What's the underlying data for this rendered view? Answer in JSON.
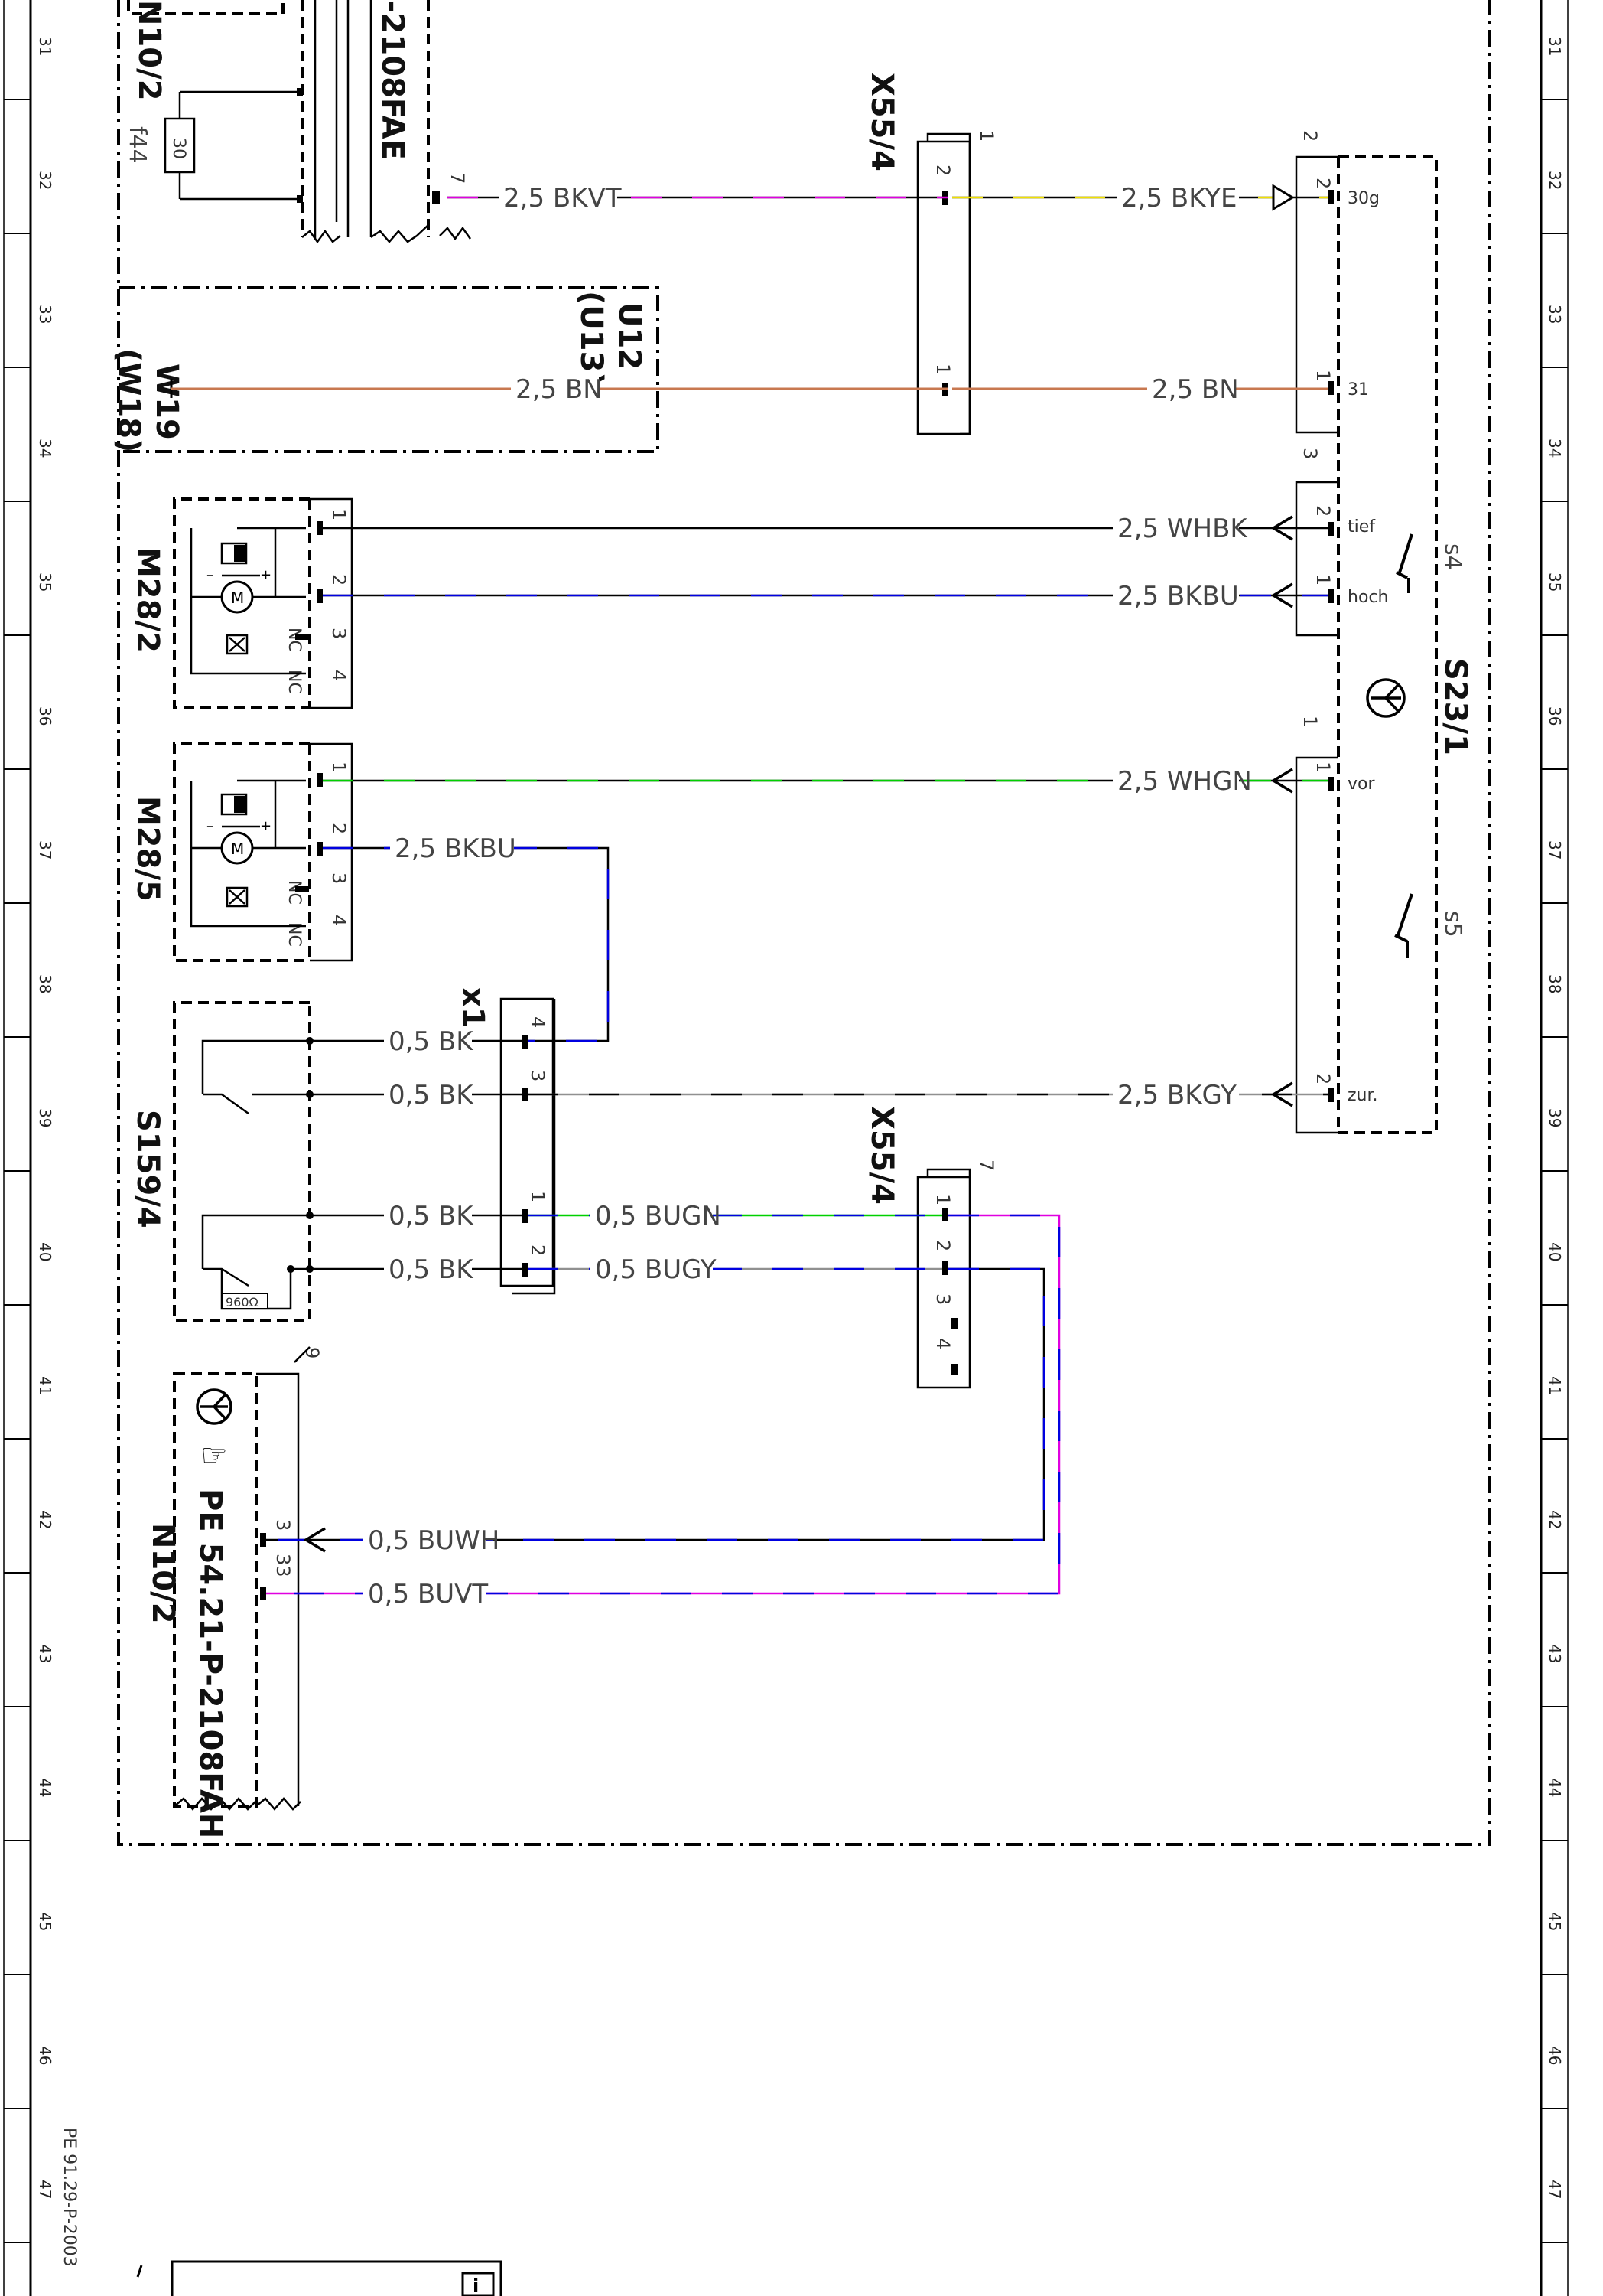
{
  "ruler": {
    "left_numbers": [
      "31",
      "32",
      "33",
      "34",
      "35",
      "36",
      "37",
      "38",
      "39",
      "40",
      "41",
      "42",
      "43",
      "44",
      "45",
      "46",
      "47"
    ],
    "right_numbers": [
      "31",
      "32",
      "33",
      "34",
      "35",
      "36",
      "37",
      "38",
      "39",
      "40",
      "41",
      "42",
      "43",
      "44",
      "45",
      "46",
      "47"
    ]
  },
  "labels": {
    "doc_ref": "PE 91.29-P-2003",
    "top_fragment_n10": "N10/2",
    "top_fragment_doc": "-2108FAE",
    "f44": "f44",
    "fuse_value": "30",
    "x55_top": "X55/4",
    "x55_bottom": "X55/4",
    "u12": "U12",
    "u13": "(U13)",
    "w19": "W19",
    "w18": "(W18)",
    "m28_2": "M28/2",
    "m28_5": "M28/5",
    "x1": "x1",
    "s159": "S159/4",
    "n10": "N10/2",
    "n10_doc": "PE 54.21-P-2108FAH",
    "s23": "S23/1",
    "s4": "s4",
    "s5": "s5",
    "resistor_960": "960Ω",
    "nc": "NC",
    "info_glyph": "i"
  },
  "wires": {
    "bkvt": "2,5 BKVT",
    "bkye": "2,5 BKYE",
    "bn_left": "2,5 BN",
    "bn_right": "2,5 BN",
    "whbk": "2,5 WHBK",
    "bkbu": "2,5 BKBU",
    "whgn": "2,5 WHGN",
    "bkbu_m285": "2,5 BKBU",
    "bk1": "0,5 BK",
    "bk2": "0,5 BK",
    "bk3": "0,5 BK",
    "bk4": "0,5 BK",
    "bkgy": "2,5 BKGY",
    "bugn": "0,5 BUGN",
    "bugy": "0,5 BUGY",
    "buwh": "0,5 BUWH",
    "buvt": "0,5 BUVT"
  },
  "pins": {
    "n10_top_7": "7",
    "x55_top_1": "1",
    "x55_top_2": "2",
    "x55_top_p1": "1",
    "s23_conn2": "2",
    "s23_p2": "2",
    "s23_30g": "30g",
    "s23_p1": "1",
    "s23_31": "31",
    "s23_conn3": "3",
    "s23_tief_pin": "2",
    "s23_tief": "tief",
    "s23_hoch_pin": "1",
    "s23_hoch": "hoch",
    "s23_conn1": "1",
    "s23_vor_pin": "1",
    "s23_vor": "vor",
    "s23_zur_pin": "2",
    "s23_zur": "zur.",
    "m282_1": "1",
    "m282_2": "2",
    "m282_3": "3",
    "m282_4": "4",
    "m285_1": "1",
    "m285_2": "2",
    "m285_3": "3",
    "m285_4": "4",
    "x1_4": "4",
    "x1_3": "3",
    "x1_1": "1",
    "x1_2": "2",
    "x55b_7": "7",
    "x55b_1": "1",
    "x55b_2": "2",
    "x55b_3": "3",
    "x55b_4": "4",
    "n10_9": "9",
    "n10_3": "3",
    "n10_33": "33"
  },
  "colors": {
    "black": "#000000",
    "violet": "#e000e0",
    "yellow": "#f0e000",
    "brown": "#c87850",
    "blue": "#0000e0",
    "green": "#00d000",
    "gray": "#909090",
    "white": "#ffffff"
  }
}
